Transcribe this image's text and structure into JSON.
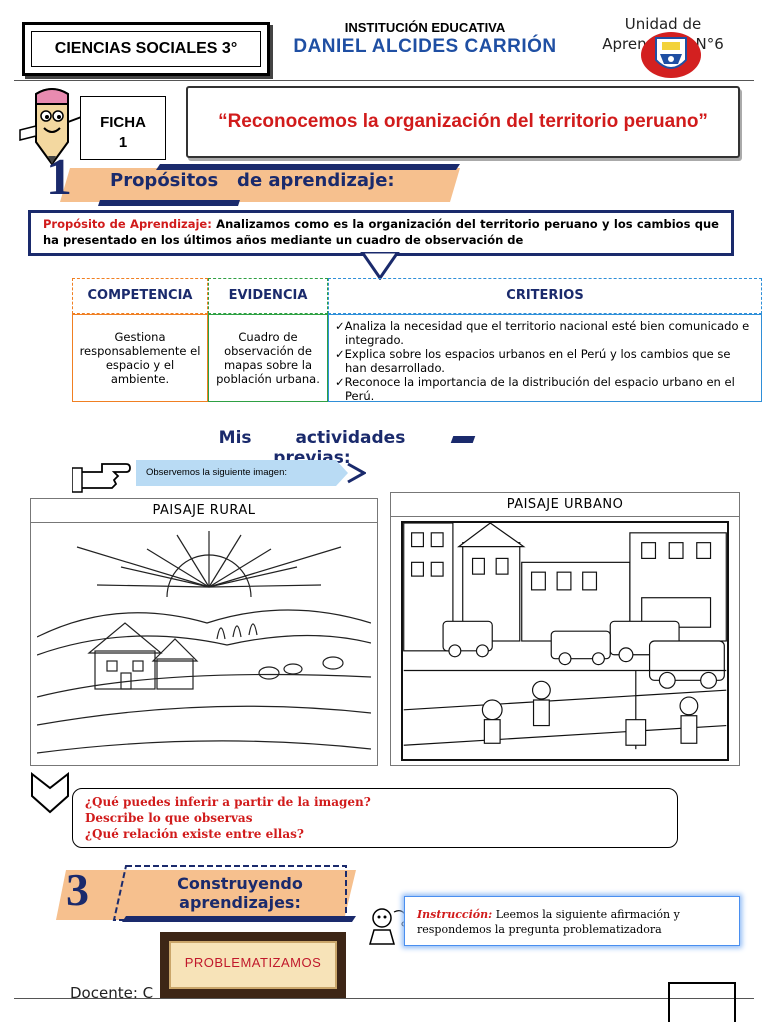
{
  "header": {
    "subject": "CIENCIAS SOCIALES 3°",
    "institution_label": "INSTITUCIÓN EDUCATIVA",
    "institution_name": "DANIEL ALCIDES CARRIÓN",
    "unit_line1": "Unidad de",
    "unit_line2": "Aprendizaje N°6"
  },
  "ficha": {
    "label": "FICHA",
    "number": "1"
  },
  "title": "“Reconocemos la organización del territorio peruano”",
  "section1": {
    "number": "1",
    "heading": "Propósitos   de aprendizaje:",
    "purpose_label": "Propósito de Aprendizaje:",
    "purpose_text": "Analizamos como es la organización del territorio peruano y los cambios que ha presentado en los últimos años mediante un cuadro de observación de"
  },
  "table": {
    "headers": [
      "COMPETENCIA",
      "EVIDENCIA",
      "CRITERIOS"
    ],
    "competencia": "Gestiona responsablemente el espacio y el ambiente.",
    "evidencia": "Cuadro de observación de mapas sobre la población urbana.",
    "criterios": [
      "✓Analiza la necesidad que el territorio nacional esté bien comunicado e integrado.",
      "✓Explica sobre los espacios urbanos en el Perú y los cambios que se han desarrollado.",
      "✓Reconoce la importancia de la distribución del espacio urbano en el Perú."
    ],
    "colors": {
      "competencia": "#f07f22",
      "evidencia": "#2ea043",
      "criterios": "#2f8fd8"
    }
  },
  "section2": {
    "heading": "Mis actividades previas:",
    "observe_text": "Observemos la siguiente imagen:",
    "image_rural_label": "PAISAJE RURAL",
    "image_urban_label": "PAISAJE URBANO"
  },
  "questions": [
    "¿Qué puedes inferir a partir de la imagen?",
    "Describe lo que observas",
    "¿Qué relación existe entre ellas?"
  ],
  "section3": {
    "number": "3",
    "heading": "Construyendo aprendizajes:",
    "instruction_label": "Instrucción:",
    "instruction_text": "Leemos la siguiente afirmación y respondemos la pregunta problematizadora",
    "board_label": "PROBLEMATIZAMOS"
  },
  "footer": {
    "teacher": "Docente: C"
  },
  "colors": {
    "accent_red": "#d11b1b",
    "accent_navy": "#1a2a6c",
    "accent_blue": "#1f4fa3",
    "banner_orange": "#f6c08e"
  }
}
